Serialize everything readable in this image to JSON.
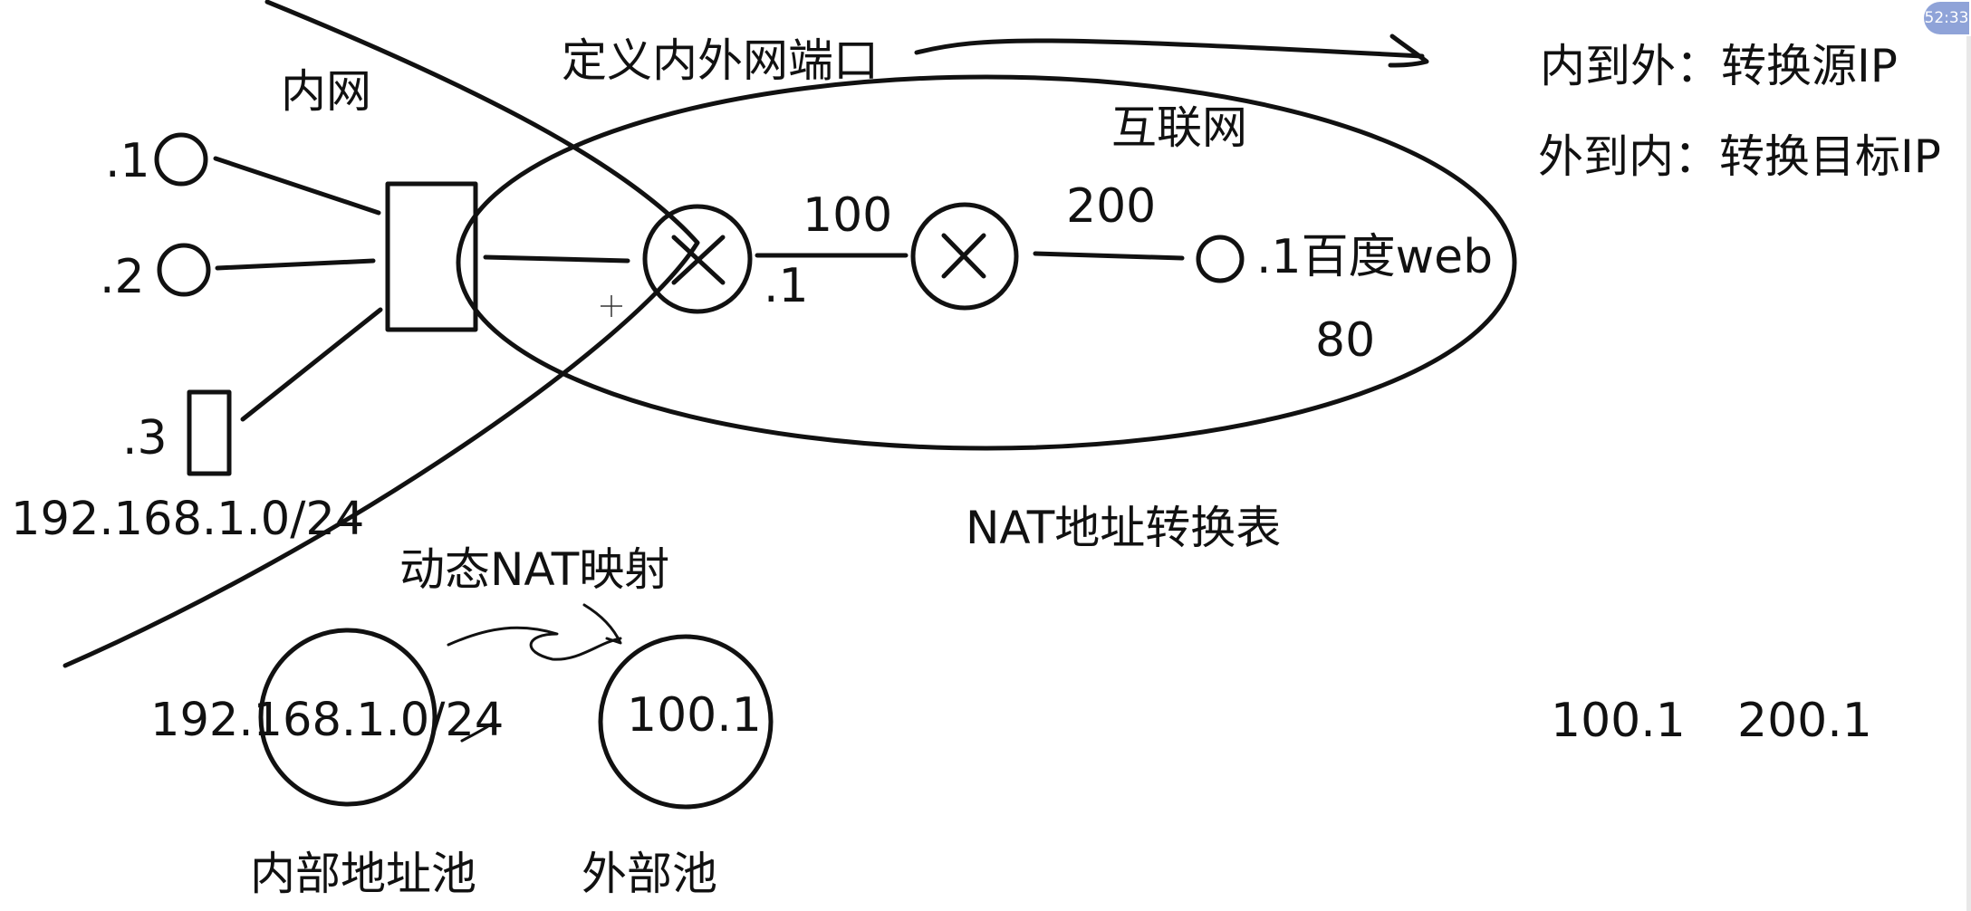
{
  "labels": {
    "define_ports": "定义内外网端口",
    "intranet": "内网",
    "internet": "互联网",
    "host1": ".1",
    "host2": ".2",
    "host3": ".3",
    "subnet": "192.168.1.0/24",
    "link_100": "100",
    "link_200": "200",
    "router_if": ".1",
    "baidu": ".1百度web",
    "port_80": "80",
    "nat_table": "NAT地址转换表",
    "dynamic_nat": "动态NAT映射",
    "inner_pool_addr": "192.168.1.0/24",
    "outer_pool_addr": "100.1",
    "inner_pool": "内部地址池",
    "outer_pool": "外部池",
    "in_to_out": "内到外：转换源IP",
    "out_to_in": "外到内：转换目标IP",
    "addr_a": "100.1",
    "addr_b": "200.1"
  },
  "overlay": {
    "timer": "52:33"
  }
}
